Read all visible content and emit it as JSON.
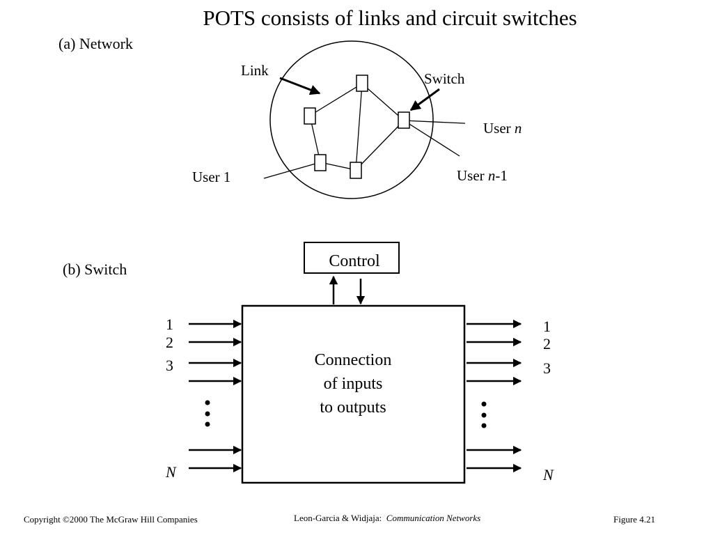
{
  "title": "POTS consists of links and circuit switches",
  "network": {
    "label": "(a)  Network",
    "link_label": "Link",
    "switch_label": "Switch",
    "user_1": "User 1",
    "user_n_prefix": "User ",
    "user_n_var": "n",
    "user_n1_prefix": "User ",
    "user_n1_var": "n",
    "user_n1_suffix": "-1"
  },
  "switch": {
    "label": "(b)  Switch",
    "control": "Control",
    "fabric_lines": [
      "Connection",
      "of inputs",
      "to outputs"
    ],
    "inputs": [
      "1",
      "2",
      "3"
    ],
    "outputs": [
      "1",
      "2",
      "3"
    ],
    "last_input": "N",
    "last_output": "N"
  },
  "footer": {
    "copyright": "Copyright ©2000 The McGraw Hill Companies",
    "authors": "Leon-Garcia & Widjaja:",
    "book": "Communication Networks",
    "figure": "Figure 4.21"
  }
}
